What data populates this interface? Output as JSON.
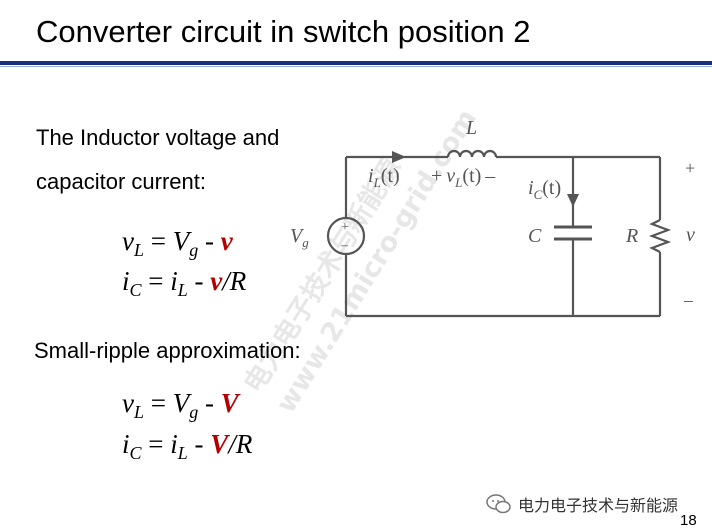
{
  "title": "Converter circuit in switch position 2",
  "intro_line1": "The Inductor voltage and",
  "intro_line2": "capacitor current:",
  "eq1": {
    "lhs_var": "v",
    "lhs_sub": "L",
    "eq": "=",
    "a_var": "V",
    "a_sub": "g",
    "op": "-",
    "b": "v",
    "tail": ""
  },
  "eq2": {
    "lhs_var": "i",
    "lhs_sub": "C",
    "eq": "=",
    "a_var": "i",
    "a_sub": "L",
    "op": "-",
    "b": "v",
    "tail": "/R"
  },
  "small_ripple": "Small-ripple approximation:",
  "eq3": {
    "lhs_var": "v",
    "lhs_sub": "L",
    "eq": "=",
    "a_var": "V",
    "a_sub": "g",
    "op": "-",
    "b": "V",
    "tail": ""
  },
  "eq4": {
    "lhs_var": "i",
    "lhs_sub": "C",
    "eq": "=",
    "a_var": "i",
    "a_sub": "L",
    "op": "-",
    "b": "V",
    "tail": "/R"
  },
  "circuit": {
    "L": "L",
    "iL": "i",
    "iL_sub": "L",
    "iL_arg": "(t)",
    "vL_plus": "+",
    "vL": "v",
    "vL_sub": "L",
    "vL_arg": "(t)",
    "vL_minus": "–",
    "iC": "i",
    "iC_sub": "C",
    "iC_arg": "(t)",
    "C": "C",
    "R": "R",
    "Vg": "V",
    "Vg_sub": "g",
    "plus": "+",
    "v": "v",
    "minus": "–"
  },
  "watermark": {
    "line1": "电力电子技术与新能源",
    "line2": "www.21micro-grid.com"
  },
  "footer": "电力电子技术与新能源",
  "page_number": "18",
  "colors": {
    "accent_rule": "#1a2f7a",
    "highlight": "#b30000"
  }
}
